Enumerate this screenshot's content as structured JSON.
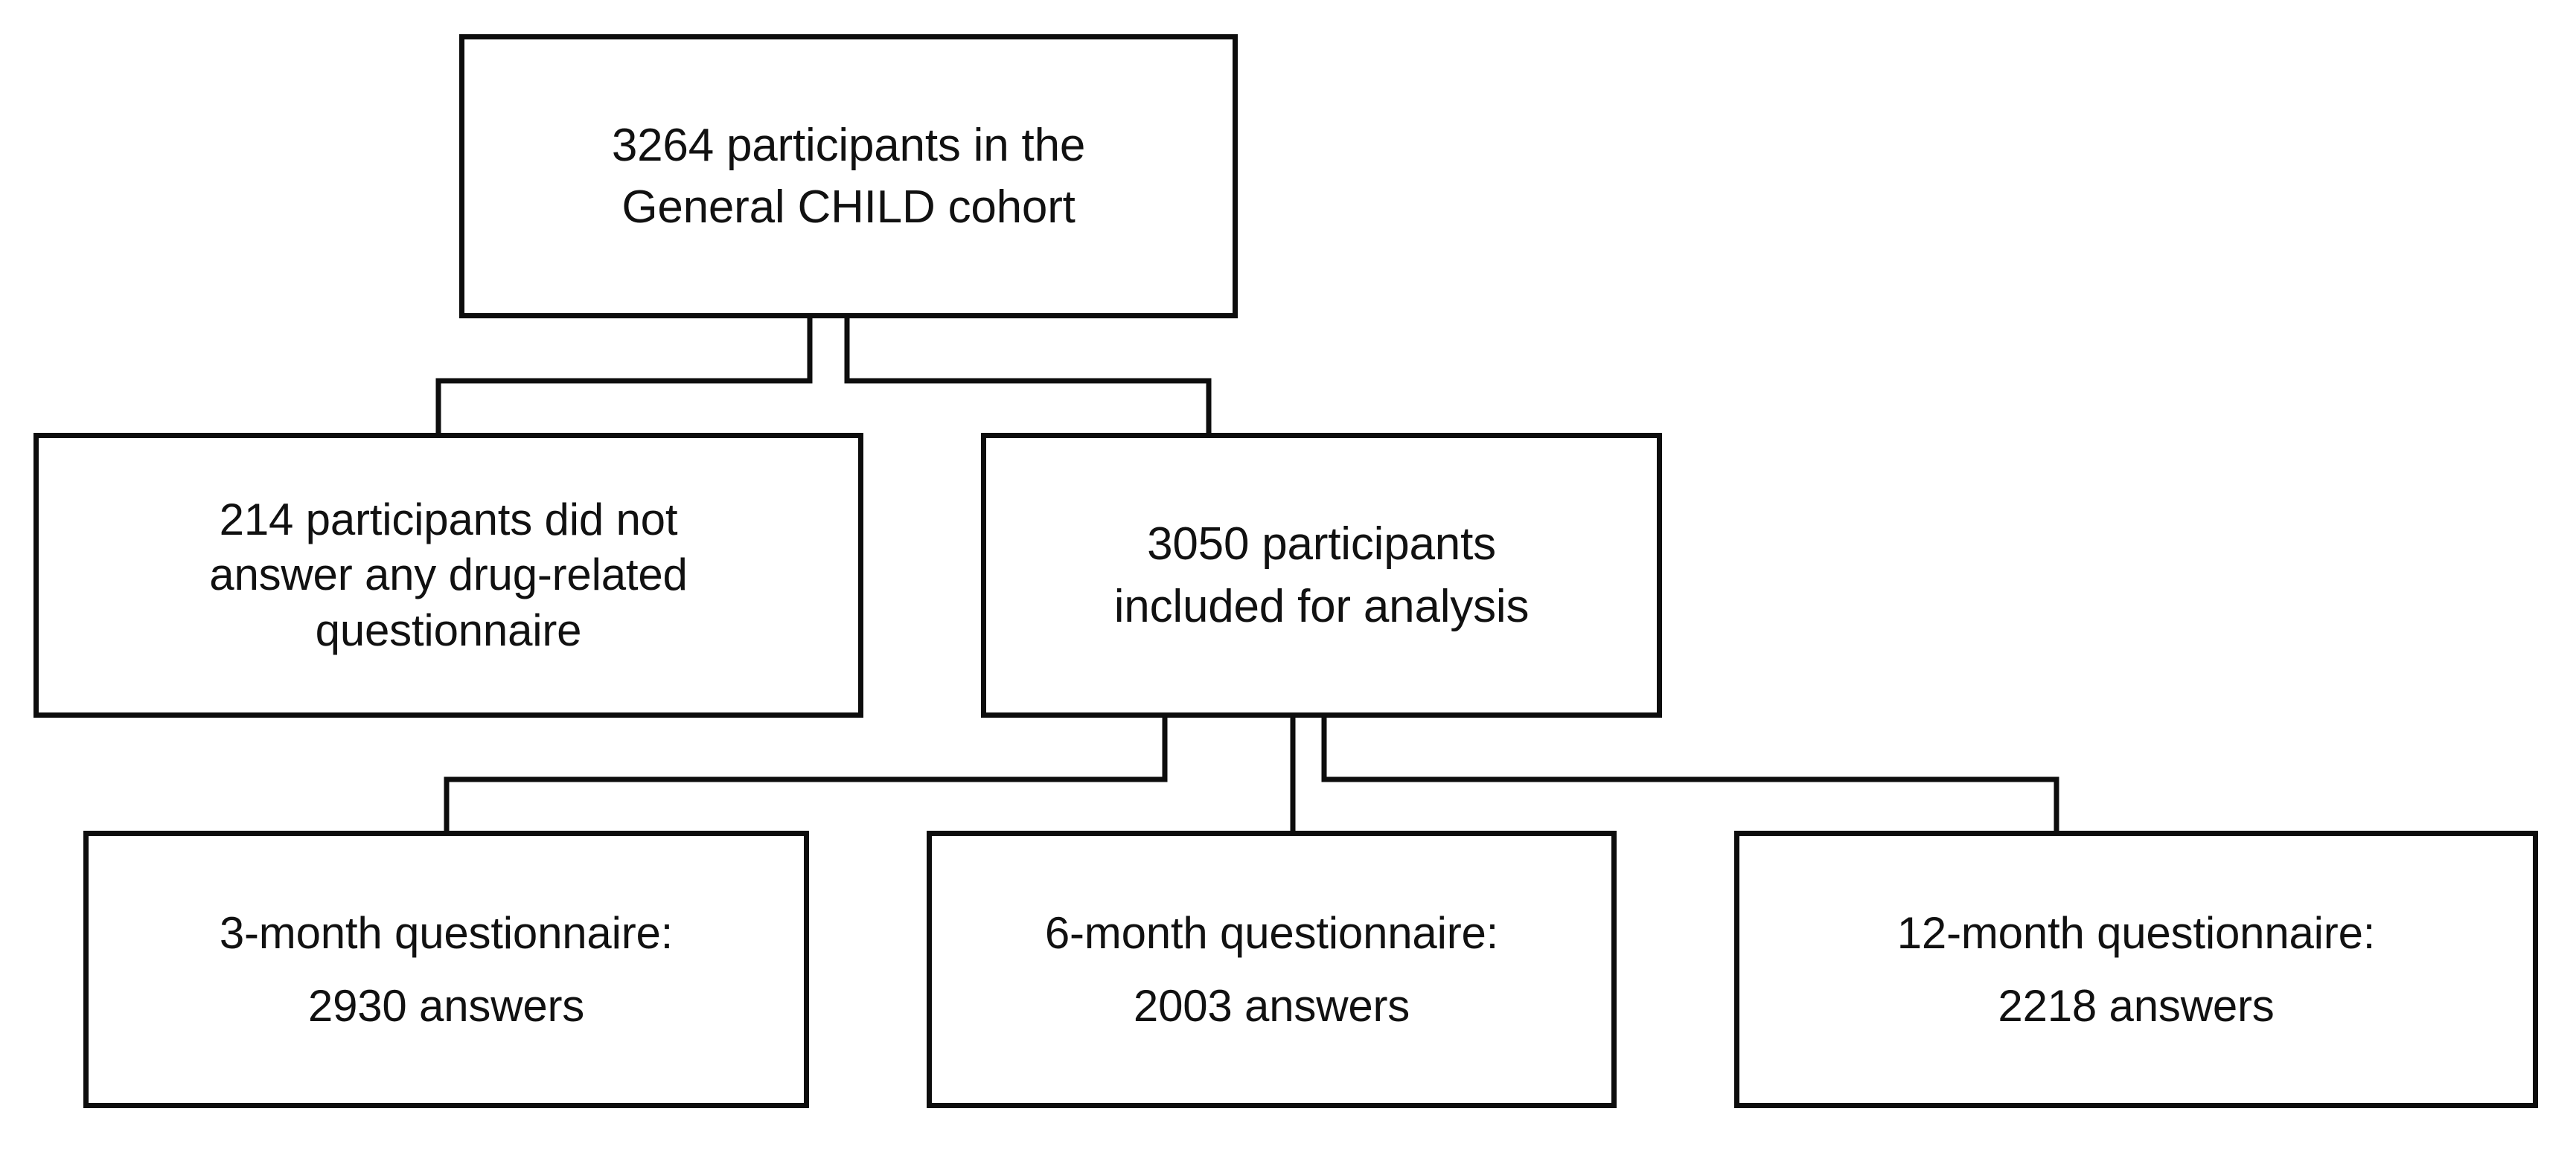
{
  "diagram": {
    "title": "Participant flow diagram",
    "type": "flowchart",
    "stroke_color": "#0d0d0d",
    "background_color": "#ffffff",
    "text_color": "#111111"
  },
  "nodes": {
    "cohort": {
      "text": "3264 participants in the\nGeneral CHILD cohort",
      "count": 3264,
      "label": "participants in the General CHILD cohort"
    },
    "excluded": {
      "text": "214 participants did not\nanswer any drug-related\nquestionnaire",
      "count": 214,
      "label": "participants did not answer any drug-related questionnaire"
    },
    "included": {
      "text": "3050 participants\nincluded for analysis",
      "count": 3050,
      "label": "participants included for analysis"
    },
    "q3": {
      "text": "3-month questionnaire:\n2930 answers",
      "timepoint": "3-month questionnaire:",
      "answers": 2930,
      "answers_text": "2930 answers"
    },
    "q6": {
      "text": "6-month questionnaire:\n2003 answers",
      "timepoint": "6-month questionnaire:",
      "answers": 2003,
      "answers_text": "2003 answers"
    },
    "q12": {
      "text": "12-month questionnaire:\n2218 answers",
      "timepoint": "12-month questionnaire:",
      "answers": 2218,
      "answers_text": "2218 answers"
    }
  },
  "edges": [
    {
      "from": "cohort",
      "to": "excluded"
    },
    {
      "from": "cohort",
      "to": "included"
    },
    {
      "from": "included",
      "to": "q3"
    },
    {
      "from": "included",
      "to": "q6"
    },
    {
      "from": "included",
      "to": "q12"
    }
  ]
}
